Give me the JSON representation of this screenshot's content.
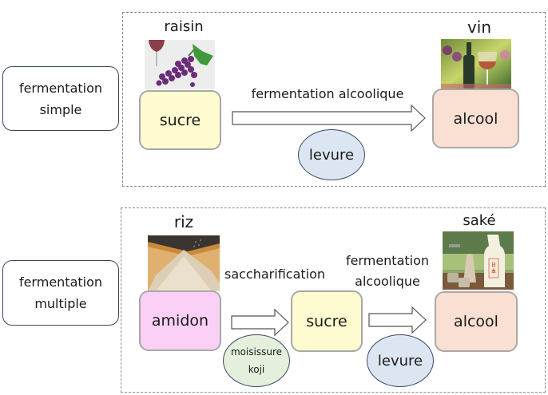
{
  "diagram": {
    "simple": {
      "category_label_line1": "fermentation",
      "category_label_line2": "simple",
      "source_caption": "raisin",
      "product_caption": "vin",
      "source_node": "sucre",
      "product_node": "alcool",
      "process_label": "fermentation alcoolique",
      "agent": "levure",
      "source_image": "grape-image",
      "product_image": "wine-image"
    },
    "multiple": {
      "category_label_line1": "fermentation",
      "category_label_line2": "multiple",
      "source_caption": "riz",
      "product_caption": "saké",
      "source_node": "amidon",
      "intermediate_node": "sucre",
      "product_node": "alcool",
      "step1_label": "saccharification",
      "step2_label_line1": "fermentation",
      "step2_label_line2": "alcoolique",
      "agent1_line1": "moisissure",
      "agent1_line2": "koji",
      "agent2": "levure",
      "source_image": "rice-image",
      "product_image": "sake-image"
    },
    "colors": {
      "sugar": "#fdfbcf",
      "alcohol": "#f9e0d2",
      "starch": "#fad0f7",
      "yeast": "#dce6f2",
      "koji": "#e4efdc"
    }
  }
}
